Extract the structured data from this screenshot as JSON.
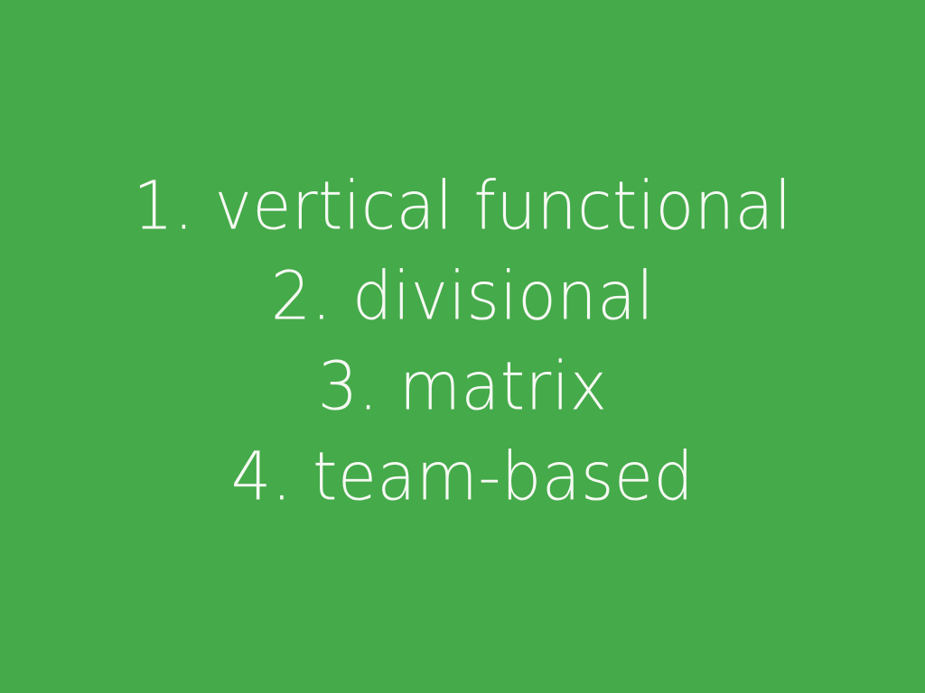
{
  "slide": {
    "background_color": "#45aa4a",
    "text_color": "#f6f9f3",
    "alignment": "center",
    "lines": [
      {
        "text": "1. vertical functional"
      },
      {
        "text": "2. divisional"
      },
      {
        "text": "3. matrix"
      },
      {
        "text": "4. team-based"
      }
    ]
  }
}
